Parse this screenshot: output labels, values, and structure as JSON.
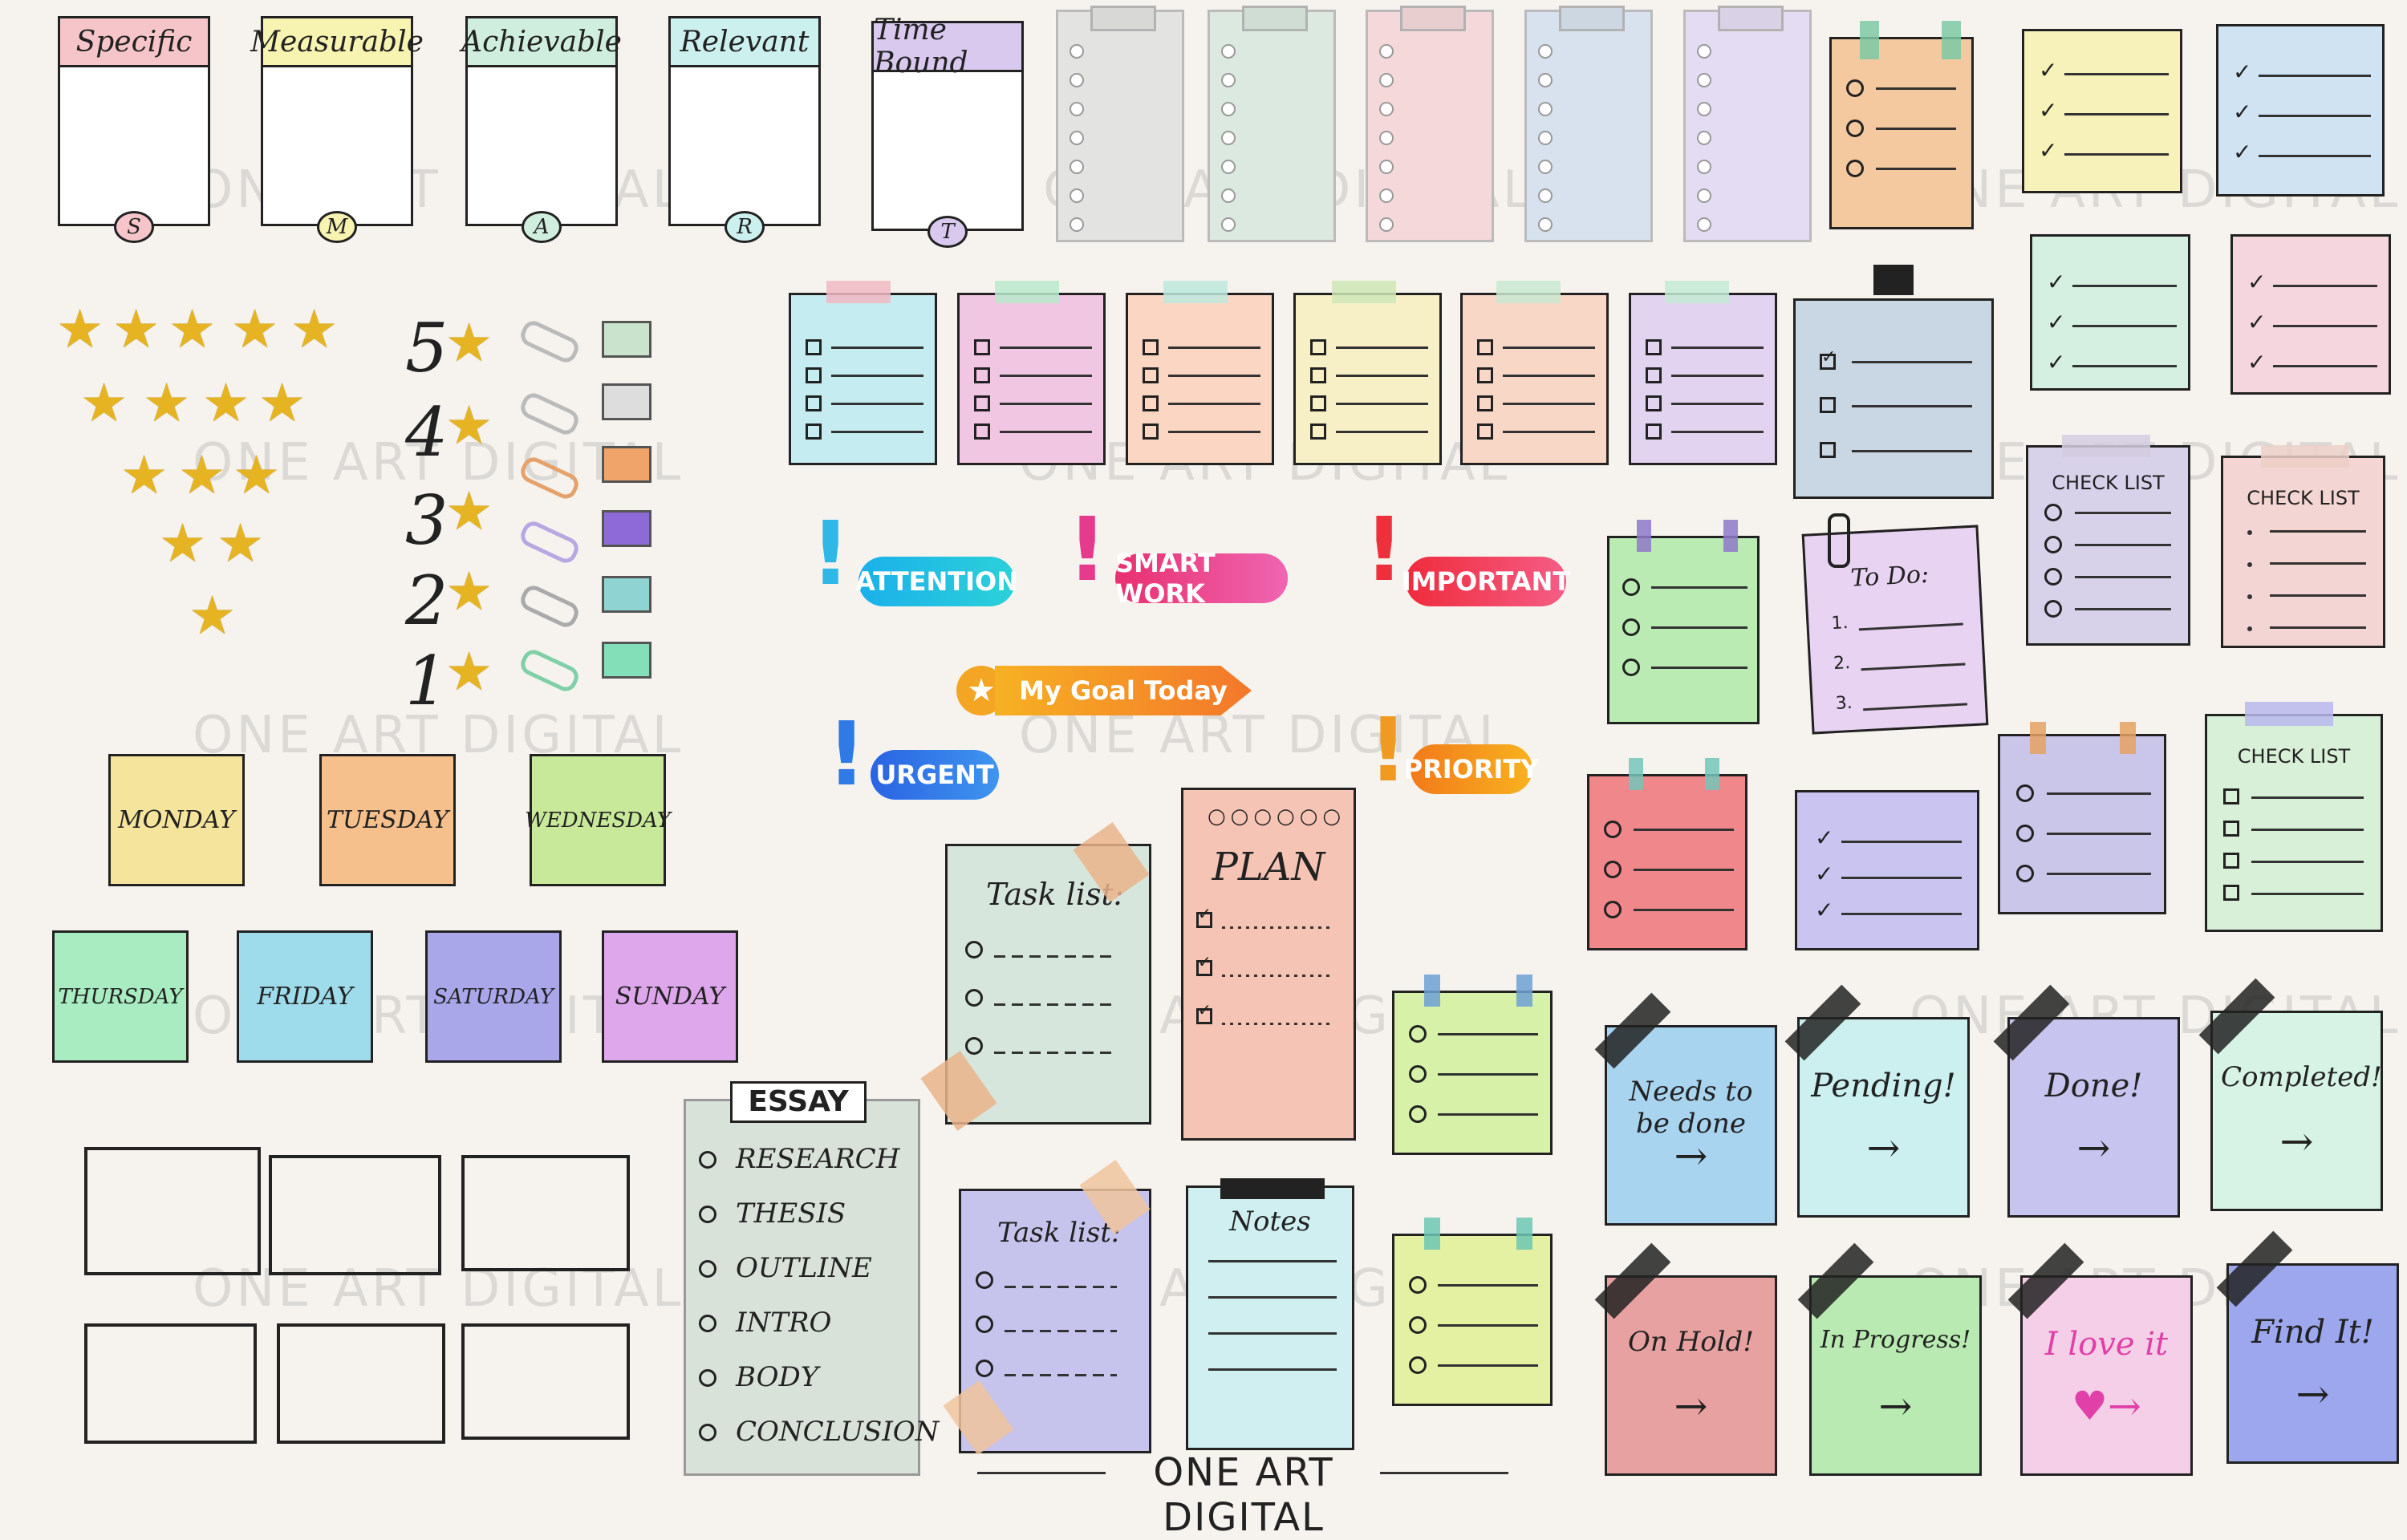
{
  "smart": [
    {
      "title": "Specific",
      "letter": "S",
      "color": "#f6c5c9"
    },
    {
      "title": "Measurable",
      "letter": "M",
      "color": "#f7f3b0"
    },
    {
      "title": "Achievable",
      "letter": "A",
      "color": "#cfeedd"
    },
    {
      "title": "Relevant",
      "letter": "R",
      "color": "#ccf0ee"
    },
    {
      "title": "Time Bound",
      "letter": "T",
      "color": "#d9c9ef"
    }
  ],
  "rating_numbers": [
    "5",
    "4",
    "3",
    "2",
    "1"
  ],
  "days": [
    "MONDAY",
    "TUESDAY",
    "WEDNESDAY",
    "THURSDAY",
    "FRIDAY",
    "SATURDAY",
    "SUNDAY"
  ],
  "badges": {
    "attention": "ATTENTION",
    "smart_work": "SMART WORK",
    "important": "IMPORTANT",
    "goal": "My Goal Today",
    "urgent": "URGENT",
    "priority": "PRIORITY"
  },
  "task_list_1": "Task list:",
  "task_list_2": "Task list:",
  "plan": "PLAN",
  "notes": "Notes",
  "essay": {
    "title": "ESSAY",
    "items": [
      "RESEARCH",
      "THESIS",
      "OUTLINE",
      "INTRO",
      "BODY",
      "CONCLUSION"
    ]
  },
  "todo": {
    "title": "To Do:",
    "items": [
      "1.",
      "2.",
      "3."
    ]
  },
  "check_list": "CHECK LIST",
  "status_notes": [
    "Needs to be done",
    "Pending!",
    "Done!",
    "Completed!",
    "On Hold!",
    "In Progress!",
    "I love it",
    "Find It!"
  ],
  "footer": "ONE ART DIGITAL",
  "watermark": "ONE ART DIGITAL"
}
